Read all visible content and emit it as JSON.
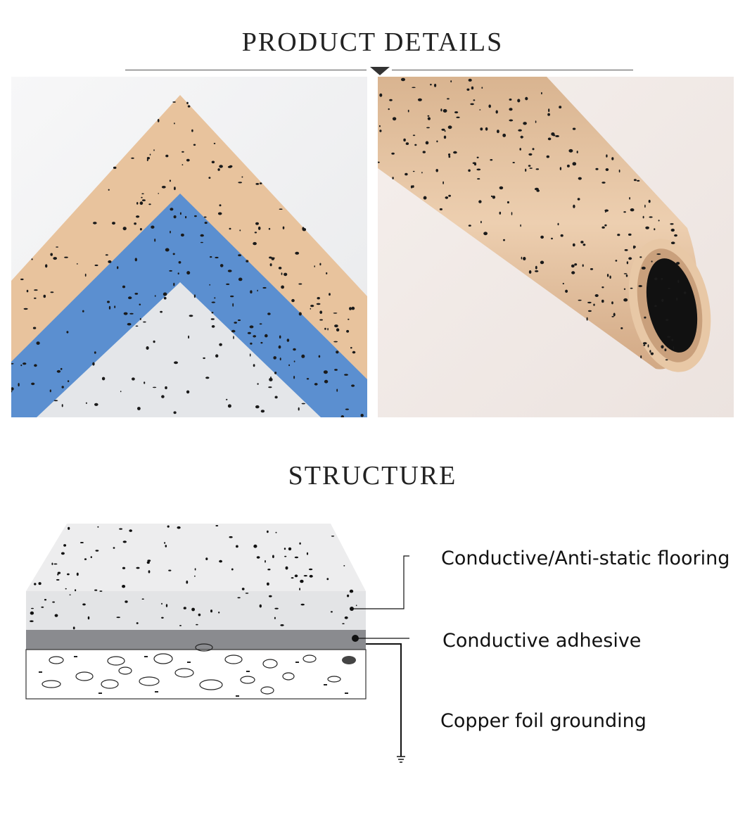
{
  "section_1": {
    "title": "PRODUCT DETAILS"
  },
  "section_2": {
    "title": "STRUCTURE"
  },
  "layers": [
    {
      "label": "Conductive/Anti-static flooring"
    },
    {
      "label": "Conductive adhesive"
    },
    {
      "label": "Copper foil grounding"
    }
  ],
  "colors": {
    "cork": "#e8c39d",
    "blue": "#5b8fd0",
    "grey_tile": "#e4e6e9",
    "adhesive": "#8a8b8f",
    "line": "#111111"
  }
}
